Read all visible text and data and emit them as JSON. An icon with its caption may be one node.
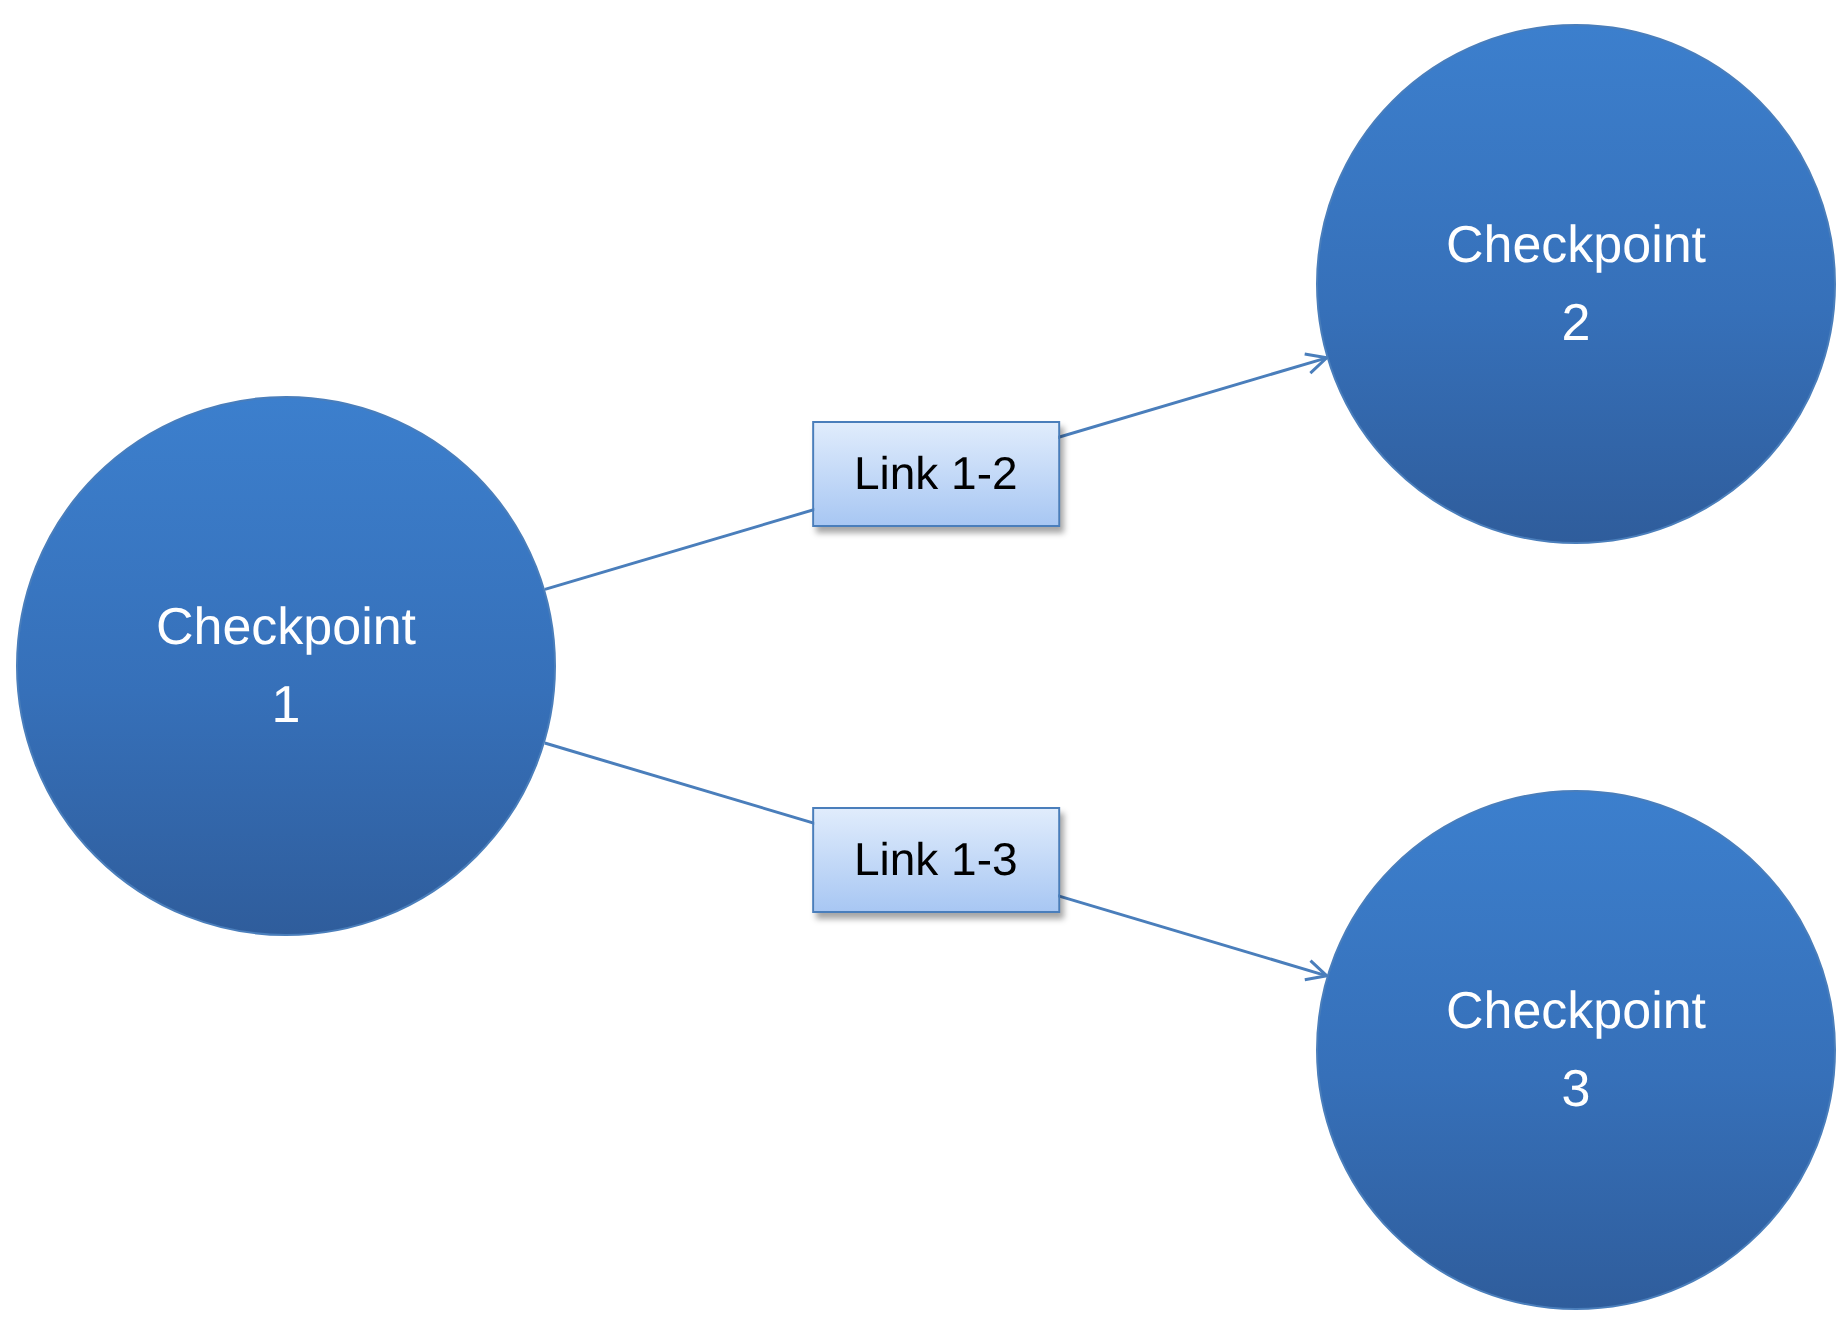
{
  "diagram": {
    "nodes": [
      {
        "text": [
          "Checkpoint 1"
        ]
      },
      {
        "text": [
          "Checkpoint 2"
        ]
      },
      {
        "text": [
          "Checkpoint 3"
        ]
      }
    ],
    "edges": [
      {
        "from": 0,
        "to": 1,
        "arrow": "to",
        "label": "Link 1-2"
      },
      {
        "from": 0,
        "to": 2,
        "arrow": "to",
        "label": "Link 1-3"
      }
    ]
  }
}
